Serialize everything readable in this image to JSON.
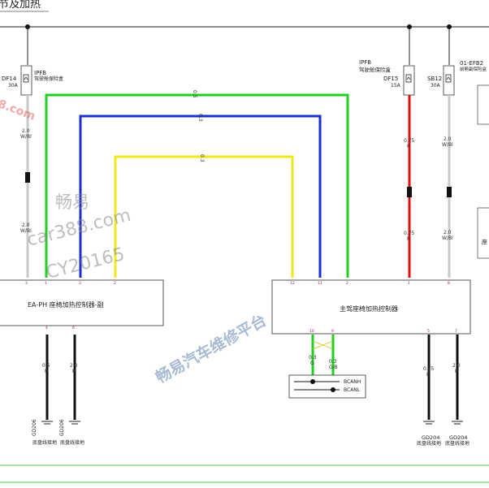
{
  "title": "节及加热",
  "watermarks": {
    "changyi": "畅易",
    "site": "car388.com",
    "id": "CY20165",
    "platform": "畅易汽车维修平台",
    "partial": "8.com"
  },
  "fuses": {
    "df14": {
      "box": "IPFB",
      "box_name": "驾驶舱保险盒",
      "id": "DF14",
      "rating": "30A"
    },
    "df15": {
      "box": "IPFB",
      "box_name": "驾驶舱保险盒",
      "id": "DF15",
      "rating": "15A"
    },
    "sb12": {
      "box": "01-EFB2",
      "box_name": "前舱副保险盒",
      "id": "SB12",
      "rating": "30A"
    }
  },
  "wires": {
    "left_top": {
      "size": "2.0",
      "color": "W/Bl"
    },
    "left_bottom": {
      "size": "2.0",
      "color": "W/Bl"
    },
    "red_top": {
      "size": "0.75",
      "color": "R"
    },
    "red_bottom": {
      "size": "0.75",
      "color": "R"
    },
    "right_top": {
      "size": "2.0",
      "color": "W/Bl"
    },
    "right_bottom": {
      "size": "2.0",
      "color": "W/Bl"
    },
    "green": {
      "size": "0.5",
      "color": "G"
    },
    "blue": {
      "size": "0.3",
      "color": "Bl"
    },
    "yellow": {
      "size": "0.3",
      "color": "Y"
    },
    "gnd1": {
      "size": "0.5",
      "color": "B"
    },
    "gnd2": {
      "size": "2.0",
      "color": "B"
    },
    "can_l": {
      "size": "0.3",
      "color": "G"
    },
    "can_r": {
      "size": "0.3",
      "color": "G/B"
    },
    "gnd3": {
      "size": "0.75",
      "color": "B"
    },
    "gnd4": {
      "size": "2.0",
      "color": "B"
    }
  },
  "modules": {
    "passenger": {
      "label": "EA-PH 座椅加热控制器-副",
      "pins": [
        "3",
        "1",
        "3",
        "2"
      ],
      "gnd_pins": [
        "4",
        "6"
      ]
    },
    "driver": {
      "label": "主驾座椅加热控制器",
      "pins": [
        "12",
        "11",
        "2",
        "1",
        "8"
      ],
      "bottom_pins": [
        "10",
        "9",
        "5",
        "7"
      ]
    }
  },
  "bus": {
    "canh": "BCANH",
    "canl": "BCANL"
  },
  "grounds": [
    {
      "id": "GD206",
      "label": "底盘线接地"
    },
    {
      "id": "GD206",
      "label": "底盘线接地"
    },
    {
      "id": "GD204",
      "label": "底盘线接地"
    },
    {
      "id": "GD204",
      "label": "底盘线接地"
    }
  ],
  "right_partial": "座"
}
